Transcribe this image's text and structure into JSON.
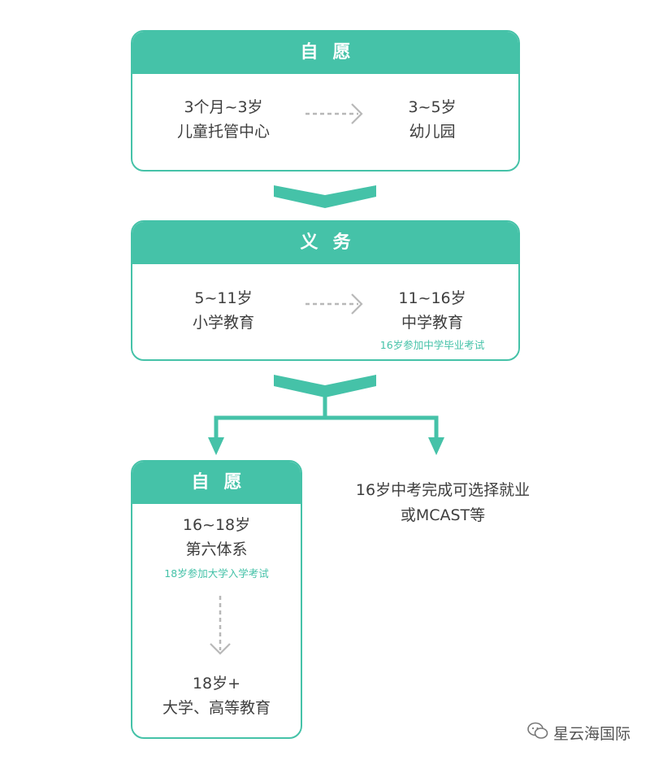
{
  "colors": {
    "accent": "#45c2a8",
    "text": "#3e3e3e",
    "arrow_dash": "#b8b8b8"
  },
  "box1": {
    "header": "自愿",
    "left": {
      "line1": "3个月~3岁",
      "line2": "儿童托管中心"
    },
    "right": {
      "line1": "3~5岁",
      "line2": "幼儿园"
    }
  },
  "box2": {
    "header": "义务",
    "left": {
      "line1": "5~11岁",
      "line2": "小学教育"
    },
    "right": {
      "line1": "11~16岁",
      "line2": "中学教育",
      "note": "16岁参加中学毕业考试"
    }
  },
  "box3": {
    "header": "自愿",
    "top": {
      "line1": "16~18岁",
      "line2": "第六体系",
      "note": "18岁参加大学入学考试"
    },
    "bottom": {
      "line1": "18岁+",
      "line2": "大学、高等教育"
    }
  },
  "side_branch": {
    "line1": "16岁中考完成可选择就业",
    "line2": "或MCAST等"
  },
  "watermark": {
    "text": "星云海国际",
    "icon": "wechat-icon"
  }
}
